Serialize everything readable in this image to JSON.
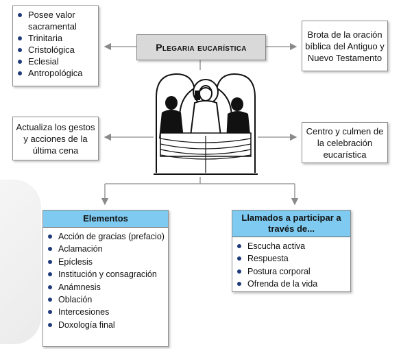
{
  "title": "Plegaria eucarística",
  "characteristics": [
    "Posee valor sacramental",
    "Trinitaria",
    "Cristológica",
    "Eclesial",
    "Antropológica"
  ],
  "origin": "Brota de la oración bíblica del Antiguo y Nuevo Testamento",
  "actualiza": "Actualiza los gestos y acciones de la última cena",
  "centro": "Centro y culmen de la celebración eucarística",
  "elementos": {
    "header": "Elementos",
    "items": [
      "Acción de gracias (prefacio)",
      "Aclamación",
      "Epíclesis",
      "Institución y consagración",
      "Anámnesis",
      "Oblación",
      "Intercesiones",
      "Doxología final"
    ]
  },
  "participar": {
    "header": "Llamados a participar a través de...",
    "items": [
      "Escucha activa",
      "Respuesta",
      "Postura corporal",
      "Ofrenda de la vida"
    ]
  },
  "colors": {
    "header_blue": "#7ecaf0",
    "title_gray": "#d9d9d9",
    "bullet": "#1f3a7a",
    "connector": "#8a8a8a"
  },
  "image": {
    "icon": "last-supper-illustration"
  }
}
